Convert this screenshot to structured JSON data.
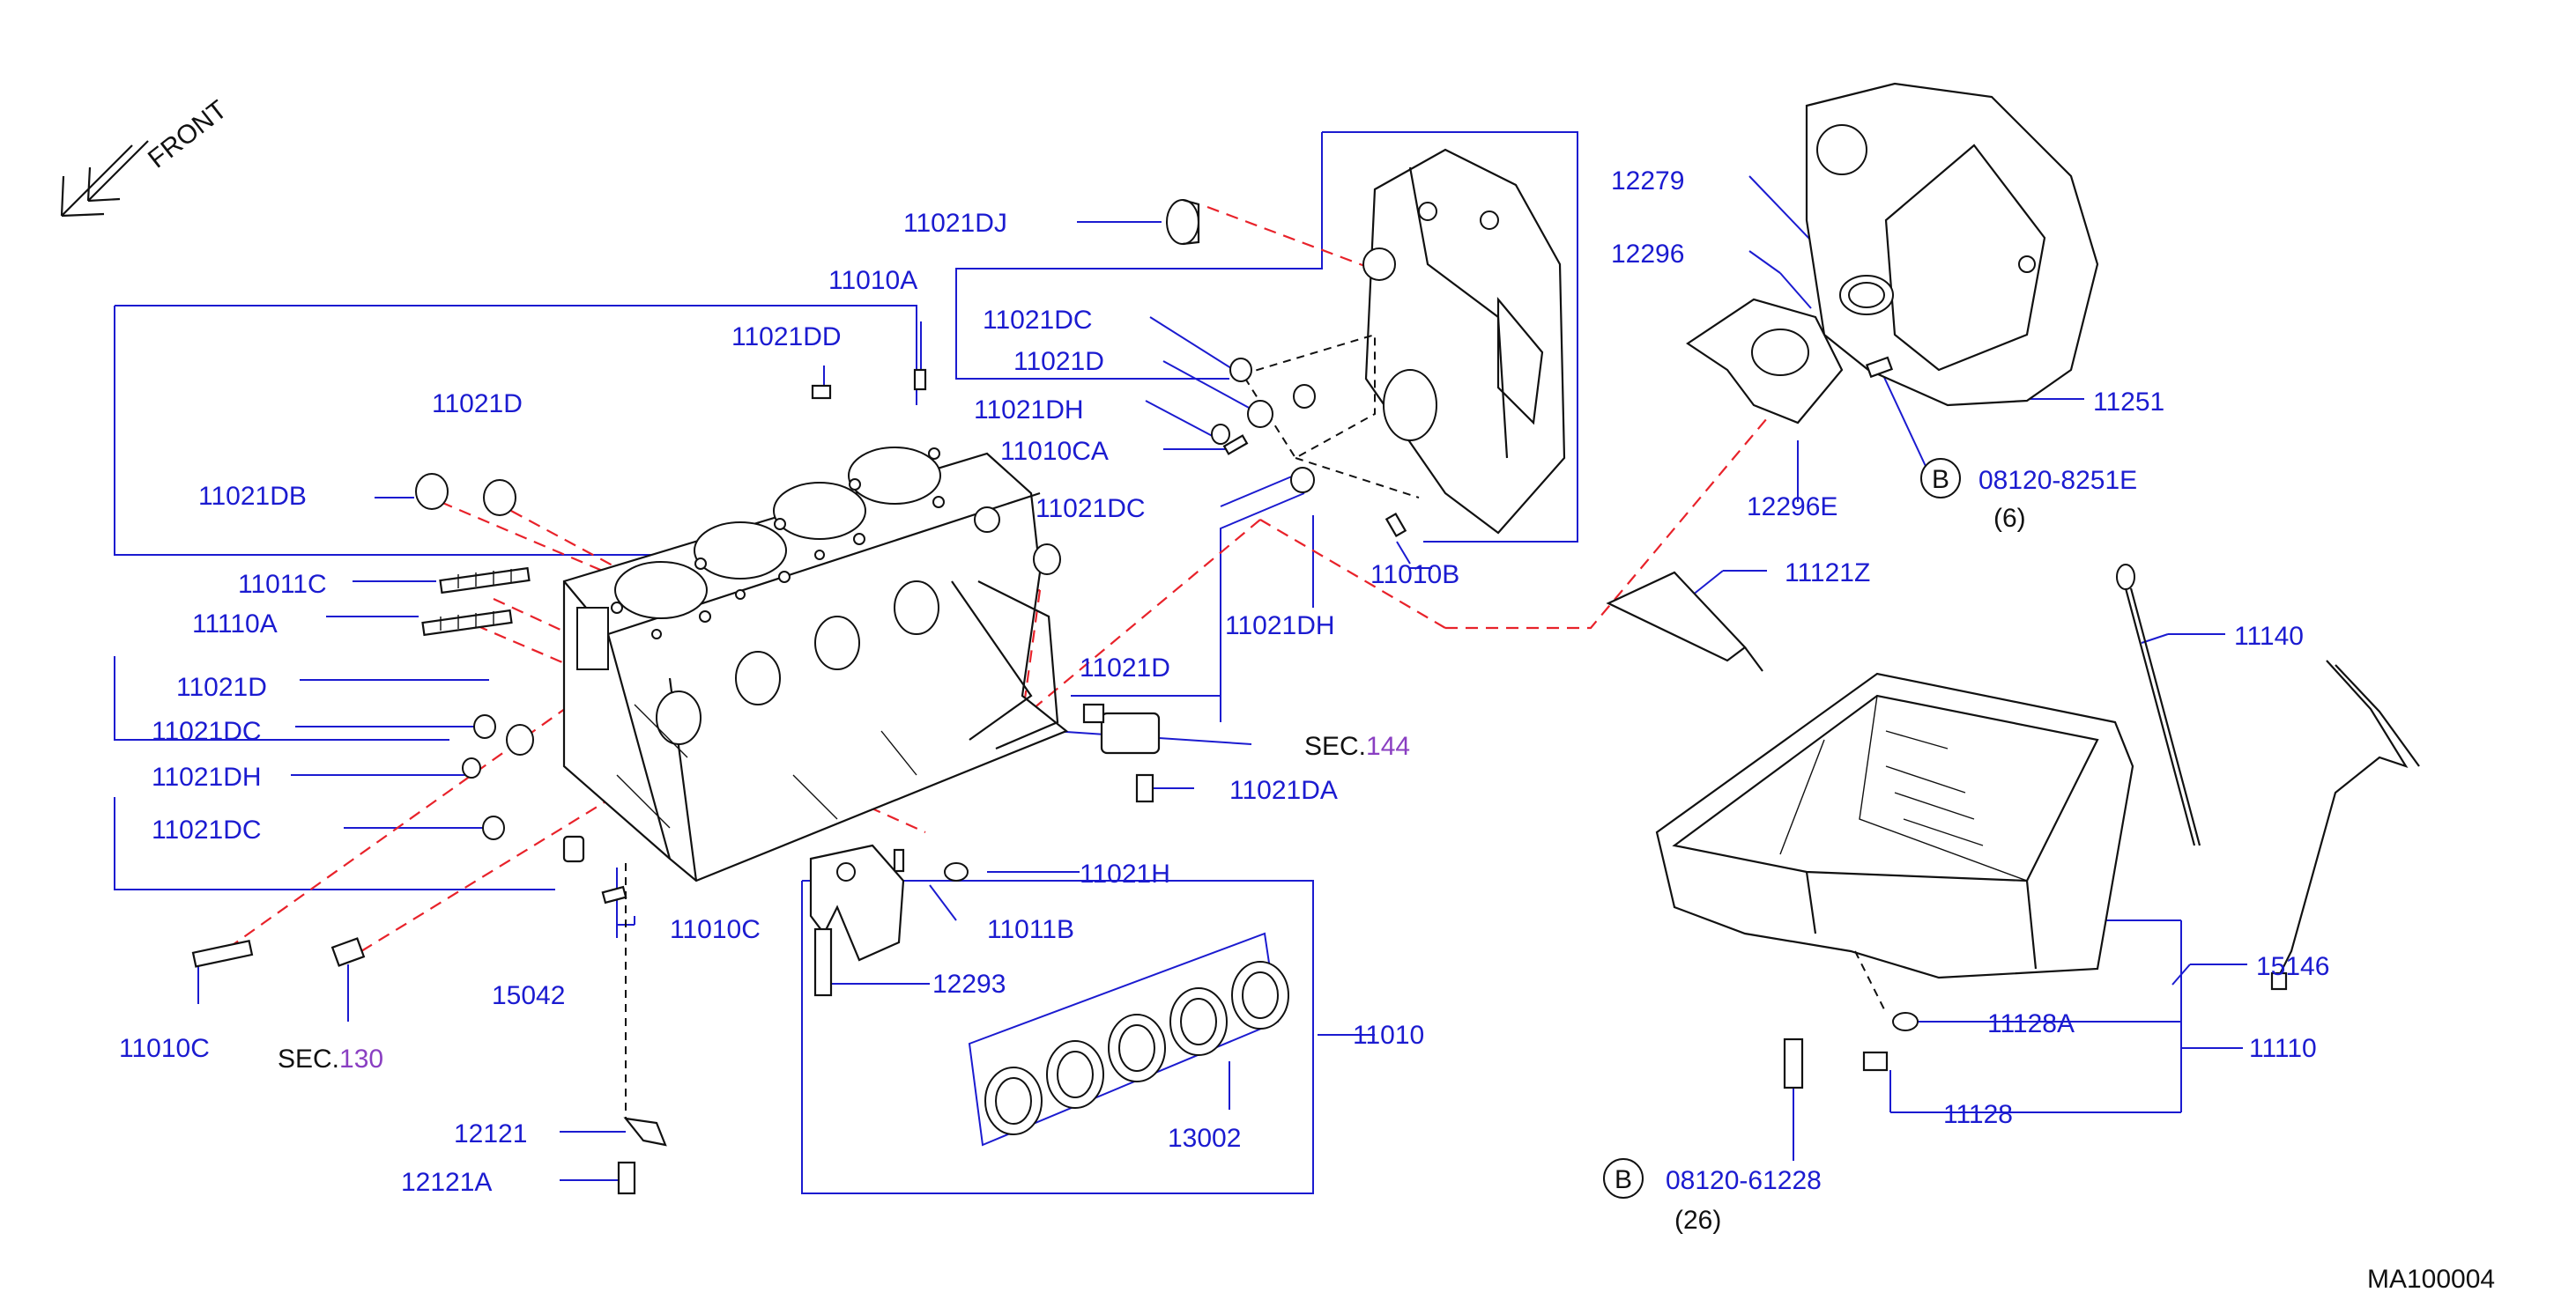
{
  "front_label": "FRONT",
  "diagram_code": "MA100004",
  "labels": {
    "l11021DJ": "11021DJ",
    "l11010A": "11010A",
    "l11021DD": "11021DD",
    "l11021D_a": "11021D",
    "l11021DB": "11021DB",
    "l11021DC_a": "11021DC",
    "l11021D_b": "11021D",
    "l11021DH_a": "11021DH",
    "l11010CA": "11010CA",
    "l11021DC_b": "11021DC",
    "l11021D_c": "11021D",
    "l11010B": "11010B",
    "l11021DH_b": "11021DH",
    "l11011C": "11011C",
    "l11110A": "11110A",
    "l11021D_d": "11021D",
    "l11021DC_c": "11021DC",
    "l11021DH_c": "11021DH",
    "l11021DC_d": "11021DC",
    "l11021DA": "11021DA",
    "l11021H": "11021H",
    "l11011B": "11011B",
    "l11010C_a": "11010C",
    "l15042": "15042",
    "l12293": "12293",
    "l11010": "11010",
    "l11010C_b": "11010C",
    "l13002": "13002",
    "l12121": "12121",
    "l12121A": "12121A",
    "l12279": "12279",
    "l12296": "12296",
    "l11251": "11251",
    "l12296E": "12296E",
    "l08120_8251E": "08120-8251E",
    "l11121Z": "11121Z",
    "l11140": "11140",
    "l15146": "15146",
    "l11128A": "11128A",
    "l11110": "11110",
    "l11128": "11128",
    "l08120_61228": "08120-61228"
  },
  "sec_refs": {
    "sec144_prefix": "SEC.",
    "sec144_num": "144",
    "sec130_prefix": "SEC.",
    "sec130_num": "130"
  },
  "bolt_markers": {
    "upper_letter": "B",
    "upper_qty": "(6)",
    "lower_letter": "B",
    "lower_qty": "(26)"
  },
  "colors": {
    "part_number_text": "#1b1bd0",
    "section_number_text": "#8a3fc2",
    "phantom_line": "#e8222a",
    "line_art": "#111111"
  }
}
